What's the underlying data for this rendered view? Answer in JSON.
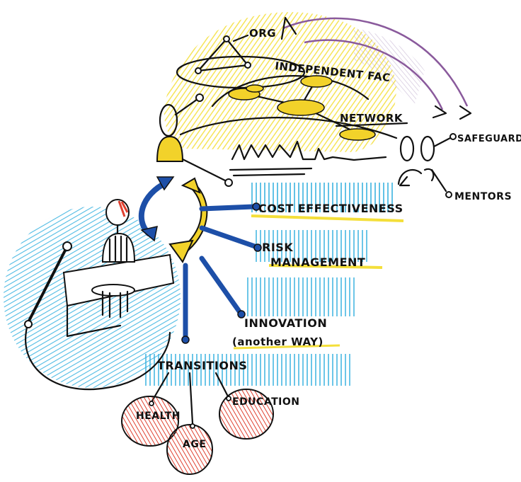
{
  "labels": {
    "org": "ORG",
    "independent_fac": "INDEPENDENT FAC",
    "network": "NETWORK",
    "safeguards": "SAFEGUARDS",
    "mentors": "MENTORS",
    "cost_effectiveness": "COST EFFECTIVENESS",
    "risk": "RISK",
    "management": "MANAGEMENT",
    "innovation": "INNOVATION",
    "another_way": "(another WAY)",
    "transitions": "TRANSITIONS",
    "health": "HEALTH",
    "age": "AGE",
    "education": "EDUCATION"
  },
  "colors": {
    "ink": "#111111",
    "blue_arrow": "#1d4fa8",
    "yellow_arrow": "#f2d22a",
    "yellow_hatch": "#f4df3a",
    "cyan_hatch": "#3bb3e0",
    "red_hatch": "#e0402f",
    "purple_arc": "#8a5a9c"
  }
}
